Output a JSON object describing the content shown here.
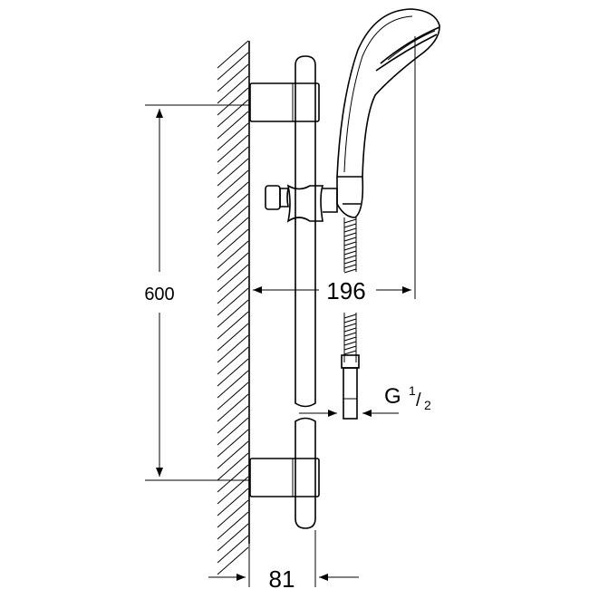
{
  "dimensions": {
    "height": "600",
    "width_offset": "196",
    "wall_offset": "81",
    "thread": {
      "prefix": "G",
      "numerator": "1",
      "denominator": "2"
    }
  }
}
